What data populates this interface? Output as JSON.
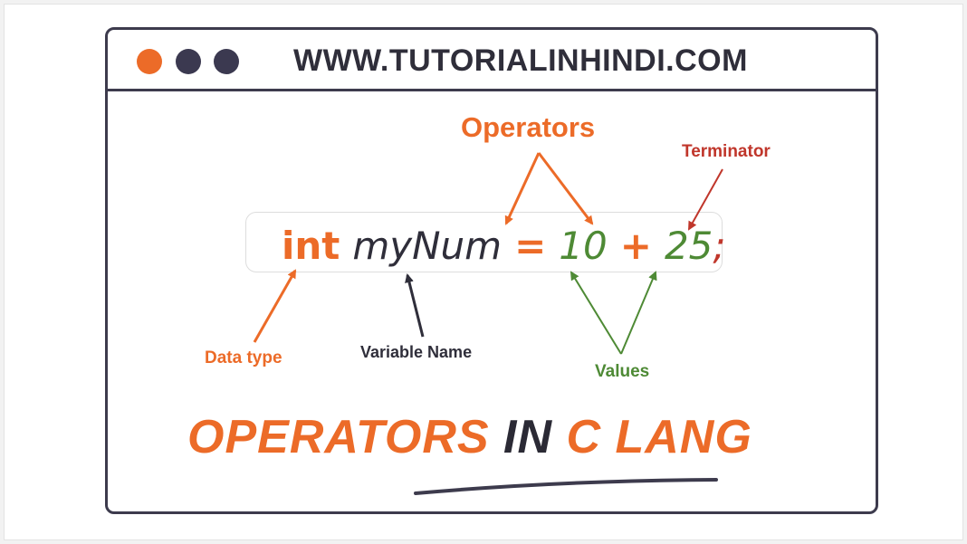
{
  "window": {
    "url": "WWW.TUTORIALINHINDI.COM",
    "dots": [
      "#ec6b28",
      "#3b3950",
      "#3b3950"
    ]
  },
  "code": {
    "type": "int",
    "variable": "myNum",
    "assign": "=",
    "value1": "10",
    "plus": "+",
    "value2": "25",
    "terminator": ";"
  },
  "labels": {
    "operators": "Operators",
    "terminator": "Terminator",
    "data_type": "Data type",
    "variable_name": "Variable Name",
    "values": "Values"
  },
  "headline": {
    "part1": "OPERATORS",
    "part2": "IN",
    "part3": "C LANG"
  },
  "colors": {
    "accent": "#ec6b28",
    "dark": "#2f2e3a",
    "values": "#4e8a35",
    "terminator": "#c0362b"
  }
}
